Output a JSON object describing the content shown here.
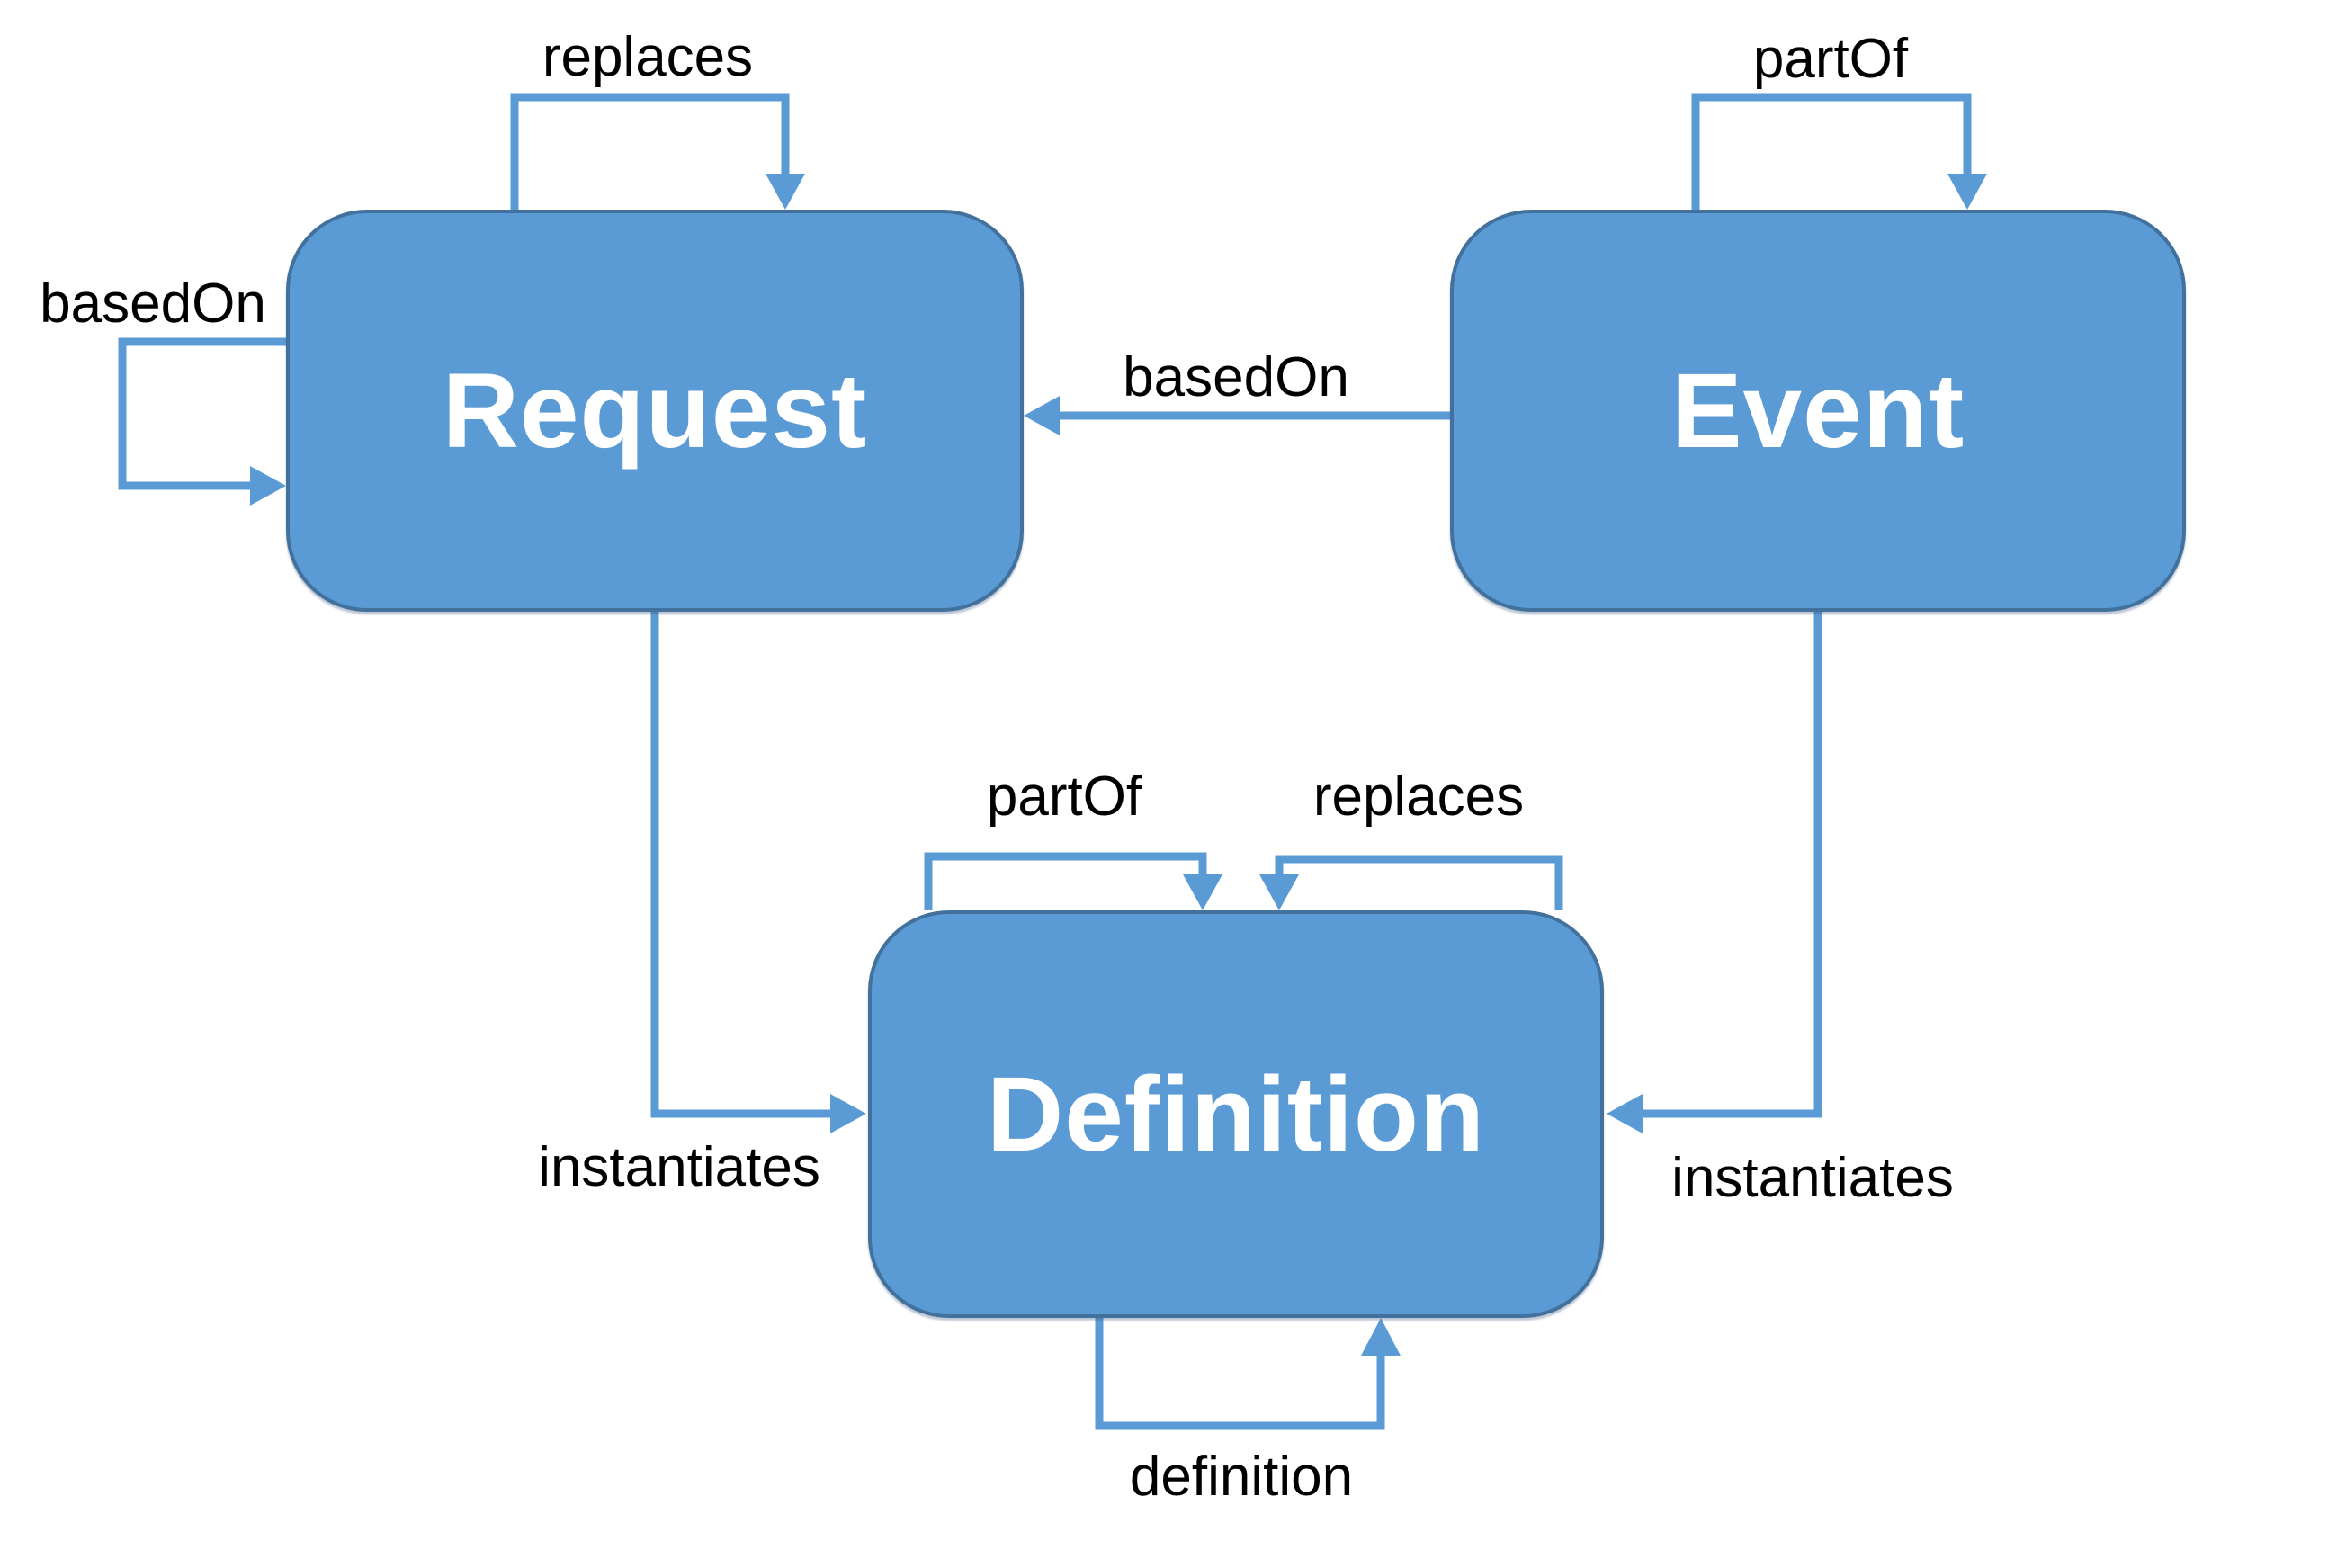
{
  "diagram": {
    "title": "",
    "nodes": [
      {
        "id": "request",
        "label": "Request"
      },
      {
        "id": "event",
        "label": "Event"
      },
      {
        "id": "definition",
        "label": "Definition"
      }
    ],
    "edges": [
      {
        "id": "request-replaces-self",
        "label": "replaces",
        "from": "Request",
        "to": "Request"
      },
      {
        "id": "request-basedon-self",
        "label": "basedOn",
        "from": "Request",
        "to": "Request"
      },
      {
        "id": "event-partof-self",
        "label": "partOf",
        "from": "Event",
        "to": "Event"
      },
      {
        "id": "event-basedon-request",
        "label": "basedOn",
        "from": "Event",
        "to": "Request"
      },
      {
        "id": "request-instantiates-definition",
        "label": "instantiates",
        "from": "Request",
        "to": "Definition"
      },
      {
        "id": "event-instantiates-definition",
        "label": "instantiates",
        "from": "Event",
        "to": "Definition"
      },
      {
        "id": "definition-partof-self",
        "label": "partOf",
        "from": "Definition",
        "to": "Definition"
      },
      {
        "id": "definition-replaces-self",
        "label": "replaces",
        "from": "Definition",
        "to": "Definition"
      },
      {
        "id": "definition-definition-self",
        "label": "definition",
        "from": "Definition",
        "to": "Definition"
      }
    ],
    "colors": {
      "node_fill": "#5B9BD5",
      "node_border": "#41719C",
      "arrow": "#5B9BD5",
      "edge_label": "#000000",
      "node_label": "#FFFFFF",
      "background": "#FFFFFF"
    }
  }
}
